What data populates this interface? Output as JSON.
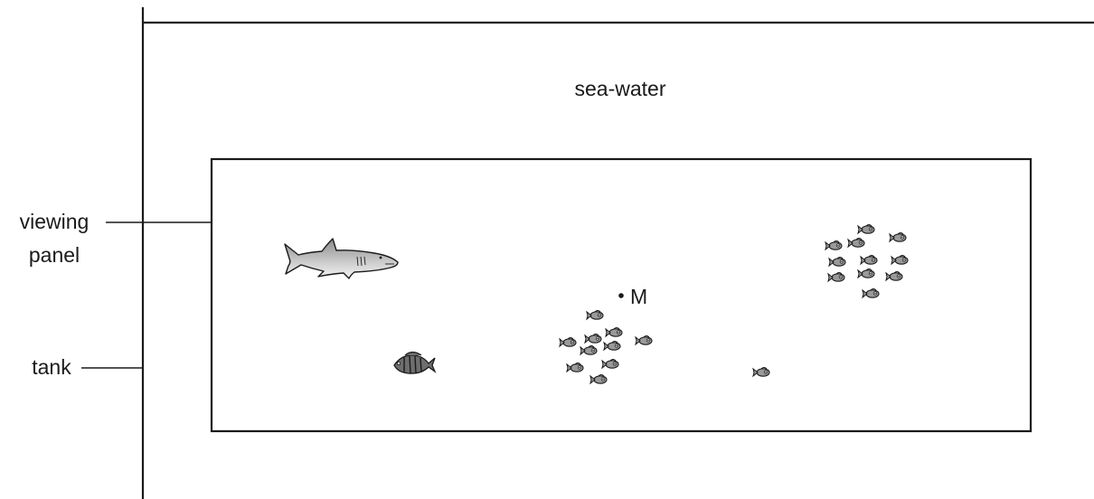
{
  "labels": {
    "water": "sea-water",
    "panel_line1": "viewing",
    "panel_line2": "panel",
    "tank": "tank",
    "point": "M"
  },
  "objects": [
    {
      "kind": "shark-icon"
    },
    {
      "kind": "striped-fish-icon"
    },
    {
      "kind": "small-fish-school-icon"
    },
    {
      "kind": "small-fish-school-icon"
    },
    {
      "kind": "single-small-fish-icon"
    }
  ],
  "colors": {
    "line": "#1a1a1a",
    "shark_body": "#b8b8b8",
    "fish_body": "#9a9a9a"
  }
}
